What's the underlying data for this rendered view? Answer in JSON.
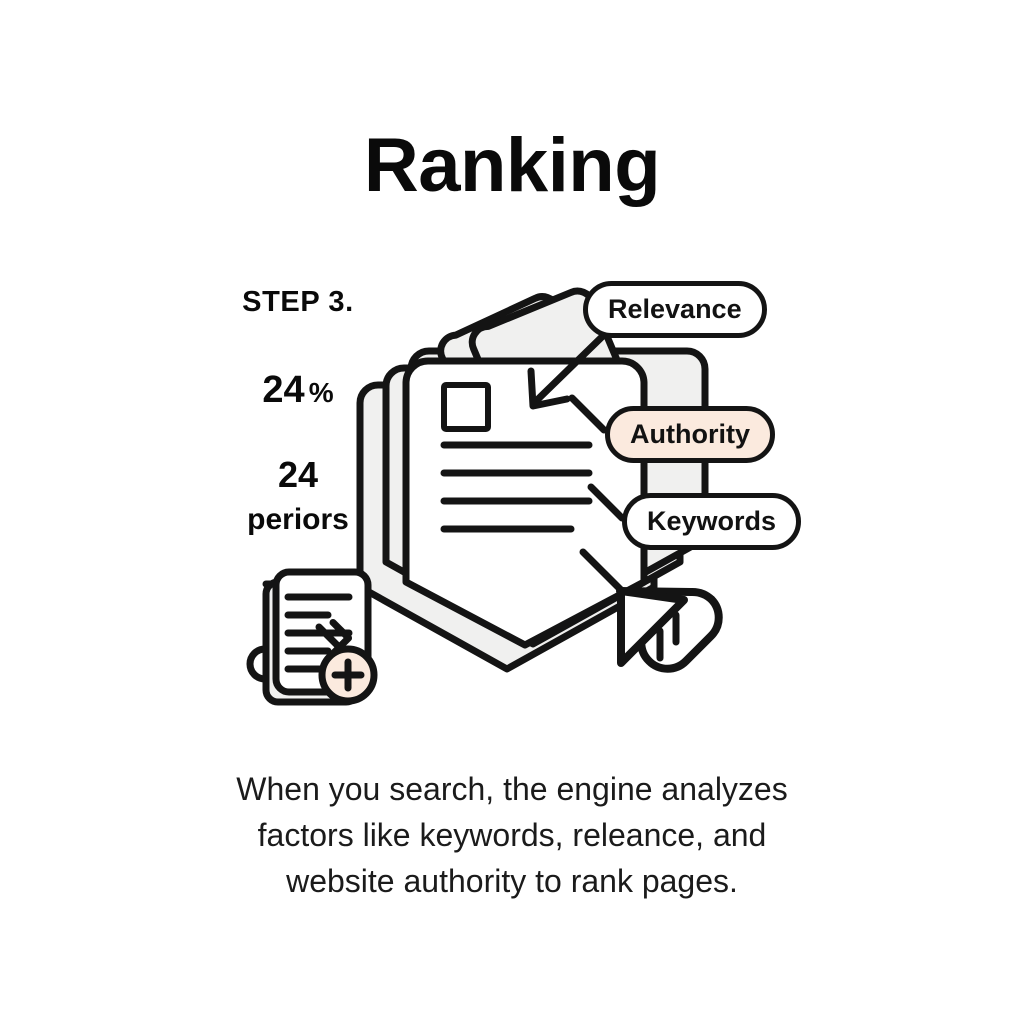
{
  "page": {
    "title": "Ranking",
    "background_color": "#ffffff",
    "ink_color": "#141414",
    "accent_color": "#fbeade",
    "paper_shadow_color": "#f0f0ef"
  },
  "stats": {
    "step_label": "STEP 3.",
    "percent_value": "24",
    "percent_unit": "%",
    "count_value": "24",
    "count_unit_label": "periors"
  },
  "callouts": [
    {
      "id": "relevance",
      "label": "Relevance",
      "fill": "#ffffff"
    },
    {
      "id": "authority",
      "label": "Authority",
      "fill": "#fbeade"
    },
    {
      "id": "keywords",
      "label": "Keywords",
      "fill": "#ffffff"
    }
  ],
  "illustration": {
    "main_document": "stacked-documents-icon",
    "checkbox": "checkbox-square-icon",
    "text_lines": 5,
    "pointer": "arrow-pointer-icon",
    "add_badge": "plus-circle-badge",
    "small_document": "document-with-cursor-icon",
    "relevance_arrow": "down-left-arrow"
  },
  "caption": {
    "line1": "When you search, the engine analyzes",
    "line2": "factors like keywords, releance, and",
    "line3": "website authority to rank pages."
  }
}
